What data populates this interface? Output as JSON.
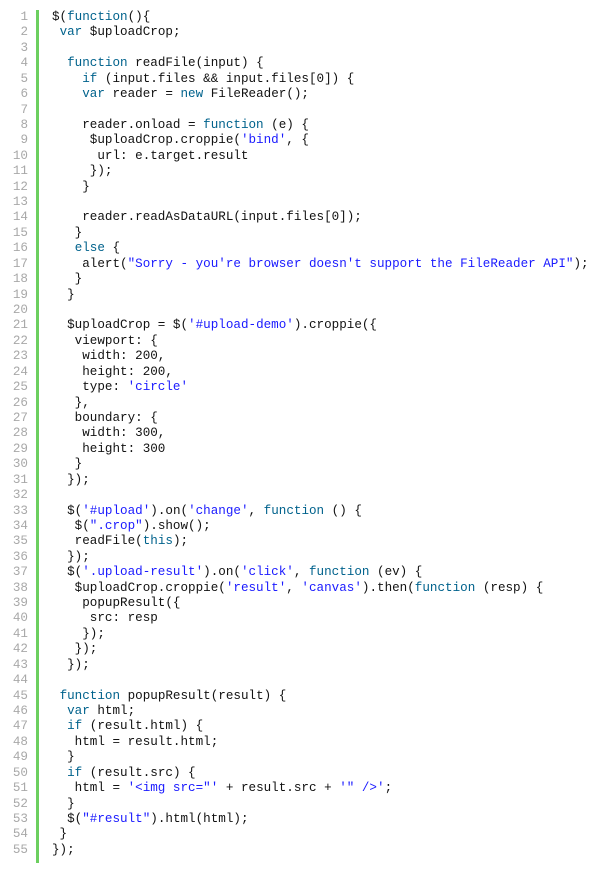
{
  "colors": {
    "keyword": "#00628c",
    "string": "#1a1aff",
    "gutter_bar": "#6ccf5f",
    "line_number": "#a8a8a8"
  },
  "lines": [
    [
      [
        "p",
        "$("
      ],
      [
        "k",
        "function"
      ],
      [
        "p",
        "(){"
      ]
    ],
    [
      [
        "p",
        " "
      ],
      [
        "k",
        "var"
      ],
      [
        "p",
        " $uploadCrop;"
      ]
    ],
    [],
    [
      [
        "p",
        "  "
      ],
      [
        "k",
        "function"
      ],
      [
        "p",
        " readFile(input) {"
      ]
    ],
    [
      [
        "p",
        "    "
      ],
      [
        "k",
        "if"
      ],
      [
        "p",
        " (input.files && input.files[0]) {"
      ]
    ],
    [
      [
        "p",
        "    "
      ],
      [
        "k",
        "var"
      ],
      [
        "p",
        " reader = "
      ],
      [
        "k",
        "new"
      ],
      [
        "p",
        " FileReader();"
      ]
    ],
    [],
    [
      [
        "p",
        "    reader.onload = "
      ],
      [
        "k",
        "function"
      ],
      [
        "p",
        " (e) {"
      ]
    ],
    [
      [
        "p",
        "     $uploadCrop.croppie("
      ],
      [
        "s",
        "'bind'"
      ],
      [
        "p",
        ", {"
      ]
    ],
    [
      [
        "p",
        "      url: e.target.result"
      ]
    ],
    [
      [
        "p",
        "     });"
      ]
    ],
    [
      [
        "p",
        "    }"
      ]
    ],
    [],
    [
      [
        "p",
        "    reader.readAsDataURL(input.files[0]);"
      ]
    ],
    [
      [
        "p",
        "   }"
      ]
    ],
    [
      [
        "p",
        "   "
      ],
      [
        "k",
        "else"
      ],
      [
        "p",
        " {"
      ]
    ],
    [
      [
        "p",
        "    alert("
      ],
      [
        "s",
        "\"Sorry - you're browser doesn't support the FileReader API\""
      ],
      [
        "p",
        ");"
      ]
    ],
    [
      [
        "p",
        "   }"
      ]
    ],
    [
      [
        "p",
        "  }"
      ]
    ],
    [],
    [
      [
        "p",
        "  $uploadCrop = $("
      ],
      [
        "s",
        "'#upload-demo'"
      ],
      [
        "p",
        ").croppie({"
      ]
    ],
    [
      [
        "p",
        "   viewport: {"
      ]
    ],
    [
      [
        "p",
        "    width: 200,"
      ]
    ],
    [
      [
        "p",
        "    height: 200,"
      ]
    ],
    [
      [
        "p",
        "    type: "
      ],
      [
        "s",
        "'circle'"
      ]
    ],
    [
      [
        "p",
        "   },"
      ]
    ],
    [
      [
        "p",
        "   boundary: {"
      ]
    ],
    [
      [
        "p",
        "    width: 300,"
      ]
    ],
    [
      [
        "p",
        "    height: 300"
      ]
    ],
    [
      [
        "p",
        "   }"
      ]
    ],
    [
      [
        "p",
        "  });"
      ]
    ],
    [],
    [
      [
        "p",
        "  $("
      ],
      [
        "s",
        "'#upload'"
      ],
      [
        "p",
        ").on("
      ],
      [
        "s",
        "'change'"
      ],
      [
        "p",
        ", "
      ],
      [
        "k",
        "function"
      ],
      [
        "p",
        " () {"
      ]
    ],
    [
      [
        "p",
        "   $("
      ],
      [
        "s",
        "\".crop\""
      ],
      [
        "p",
        ").show();"
      ]
    ],
    [
      [
        "p",
        "   readFile("
      ],
      [
        "k",
        "this"
      ],
      [
        "p",
        ");"
      ]
    ],
    [
      [
        "p",
        "  });"
      ]
    ],
    [
      [
        "p",
        "  $("
      ],
      [
        "s",
        "'.upload-result'"
      ],
      [
        "p",
        ").on("
      ],
      [
        "s",
        "'click'"
      ],
      [
        "p",
        ", "
      ],
      [
        "k",
        "function"
      ],
      [
        "p",
        " (ev) {"
      ]
    ],
    [
      [
        "p",
        "   $uploadCrop.croppie("
      ],
      [
        "s",
        "'result'"
      ],
      [
        "p",
        ", "
      ],
      [
        "s",
        "'canvas'"
      ],
      [
        "p",
        ").then("
      ],
      [
        "k",
        "function"
      ],
      [
        "p",
        " (resp) {"
      ]
    ],
    [
      [
        "p",
        "    popupResult({"
      ]
    ],
    [
      [
        "p",
        "     src: resp"
      ]
    ],
    [
      [
        "p",
        "    });"
      ]
    ],
    [
      [
        "p",
        "   });"
      ]
    ],
    [
      [
        "p",
        "  });"
      ]
    ],
    [],
    [
      [
        "p",
        " "
      ],
      [
        "k",
        "function"
      ],
      [
        "p",
        " popupResult(result) {"
      ]
    ],
    [
      [
        "p",
        "  "
      ],
      [
        "k",
        "var"
      ],
      [
        "p",
        " html;"
      ]
    ],
    [
      [
        "p",
        "  "
      ],
      [
        "k",
        "if"
      ],
      [
        "p",
        " (result.html) {"
      ]
    ],
    [
      [
        "p",
        "   html = result.html;"
      ]
    ],
    [
      [
        "p",
        "  }"
      ]
    ],
    [
      [
        "p",
        "  "
      ],
      [
        "k",
        "if"
      ],
      [
        "p",
        " (result.src) {"
      ]
    ],
    [
      [
        "p",
        "   html = "
      ],
      [
        "s",
        "'<img src=\"'"
      ],
      [
        "p",
        " + result.src + "
      ],
      [
        "s",
        "'\" />'"
      ],
      [
        "p",
        ";"
      ]
    ],
    [
      [
        "p",
        "  }"
      ]
    ],
    [
      [
        "p",
        "  $("
      ],
      [
        "s",
        "\"#result\""
      ],
      [
        "p",
        ").html(html);"
      ]
    ],
    [
      [
        "p",
        " }"
      ]
    ],
    [
      [
        "p",
        "});"
      ]
    ]
  ]
}
